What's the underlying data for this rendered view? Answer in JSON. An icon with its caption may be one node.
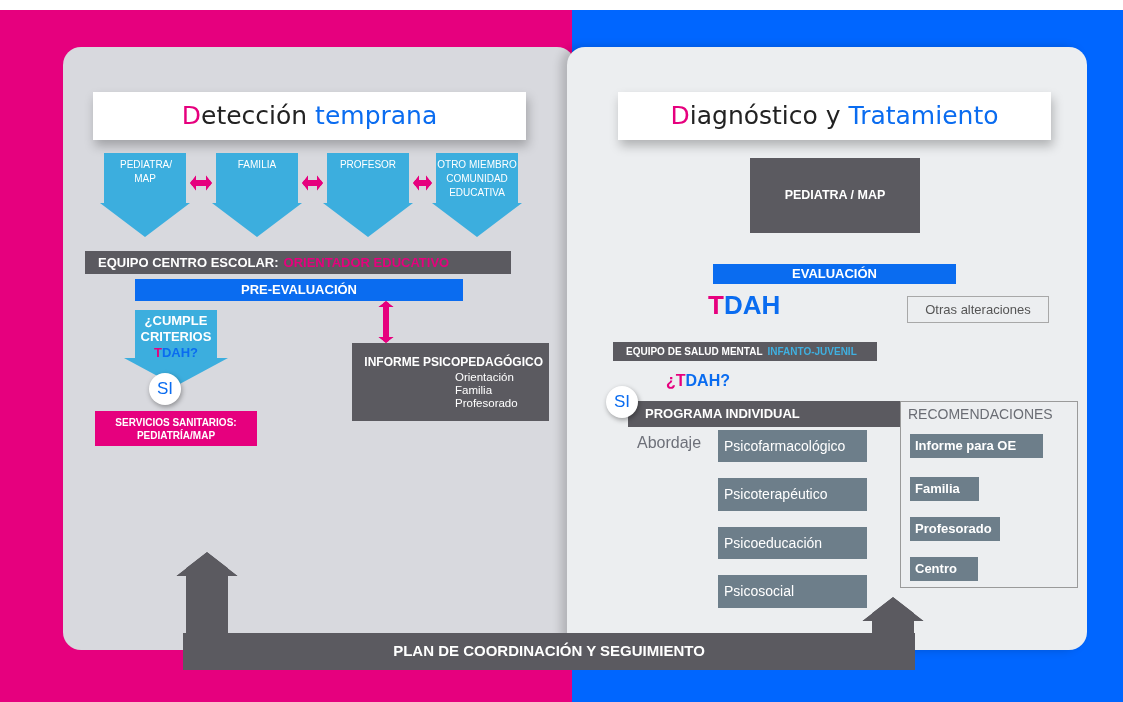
{
  "diagram": {
    "nodes": [
      {
        "text": [],
        "shape": "box"
      },
      {
        "text": [
          "Detección temprana"
        ],
        "in": 0
      },
      {
        "text": [
          "PEDIATRA/ MAP"
        ],
        "in": 0
      },
      {
        "text": [
          "FAMILIA"
        ],
        "in": 0
      },
      {
        "text": [
          "PROFESOR"
        ],
        "in": 0
      },
      {
        "text": [
          "OTRO MIEMBRO COMUNIDAD EDUCATIVA"
        ],
        "in": 0
      },
      {
        "text": [
          "EQUIPO CENTRO ESCOLAR:",
          "ORIENTADOR EDUCATIVO"
        ],
        "in": 0
      },
      {
        "text": [
          "PRE-EVALUACIÓN"
        ],
        "in": 0
      },
      {
        "text": [
          "¿CUMPLE CRITERIOS TDAH?"
        ],
        "in": 0
      },
      {
        "text": [
          "INFORME PSICOPEDAGÓGICO",
          "Orientación Familia Profesorado"
        ],
        "in": 0
      },
      {
        "text": [
          "SI"
        ],
        "in": 0
      },
      {
        "text": [
          "SERVICIOS SANITARIOS: PEDIATRÍA/MAP"
        ],
        "in": 0
      },
      {
        "text": [],
        "shape": "box"
      },
      {
        "text": [
          "Diagnóstico y Tratamiento"
        ],
        "in": 12
      },
      {
        "text": [
          "PEDIATRA / MAP"
        ],
        "in": 12
      },
      {
        "text": [
          "EVALUACIÓN"
        ],
        "in": 12
      },
      {
        "text": [
          "TDAH"
        ],
        "in": 12
      },
      {
        "text": [
          "Otras alteraciones"
        ],
        "in": 12
      },
      {
        "text": [
          "EQUIPO DE SALUD MENTAL",
          "INFANTO-JUVENIL"
        ],
        "in": 12
      },
      {
        "text": [
          "¿TDAH?"
        ],
        "in": 12
      },
      {
        "text": [
          "SI"
        ],
        "in": 12
      },
      {
        "text": [
          "PROGRAMA INDIVIDUAL"
        ],
        "in": 12
      },
      {
        "text": [
          "RECOMENDACIONES"
        ],
        "in": 12
      },
      {
        "text": [
          "Psicofarmacológico"
        ],
        "in": 12
      },
      {
        "text": [
          "Psicoterapéutico"
        ],
        "in": 12
      },
      {
        "text": [
          "Psicoeducación"
        ],
        "in": 12
      },
      {
        "text": [
          "Psicosocial"
        ],
        "in": 12
      },
      {
        "text": [
          "Informe para OE"
        ],
        "in": 22
      },
      {
        "text": [
          "Familia"
        ],
        "in": 22
      },
      {
        "text": [
          "Profesorado"
        ],
        "in": 22
      },
      {
        "text": [
          "Centro"
        ],
        "in": 22
      },
      {
        "text": [
          "PLAN DE COORDINACIÓN Y SEGUIMIENTO"
        ]
      }
    ],
    "edges": [
      {
        "from": 2,
        "to": 3,
        "arrow": "both"
      },
      {
        "from": 3,
        "to": 4,
        "arrow": "both"
      },
      {
        "from": 4,
        "to": 5,
        "arrow": "both"
      },
      {
        "from": 7,
        "to": 9,
        "arrow": "both"
      },
      {
        "from": 31,
        "to": 0,
        "arrow": "to",
        "style": "thick",
        "color": "#5b5a60"
      },
      {
        "from": 31,
        "to": 12,
        "arrow": "to",
        "style": "thick",
        "color": "#5b5a60"
      }
    ],
    "labels": [
      "Abordaje"
    ]
  }
}
